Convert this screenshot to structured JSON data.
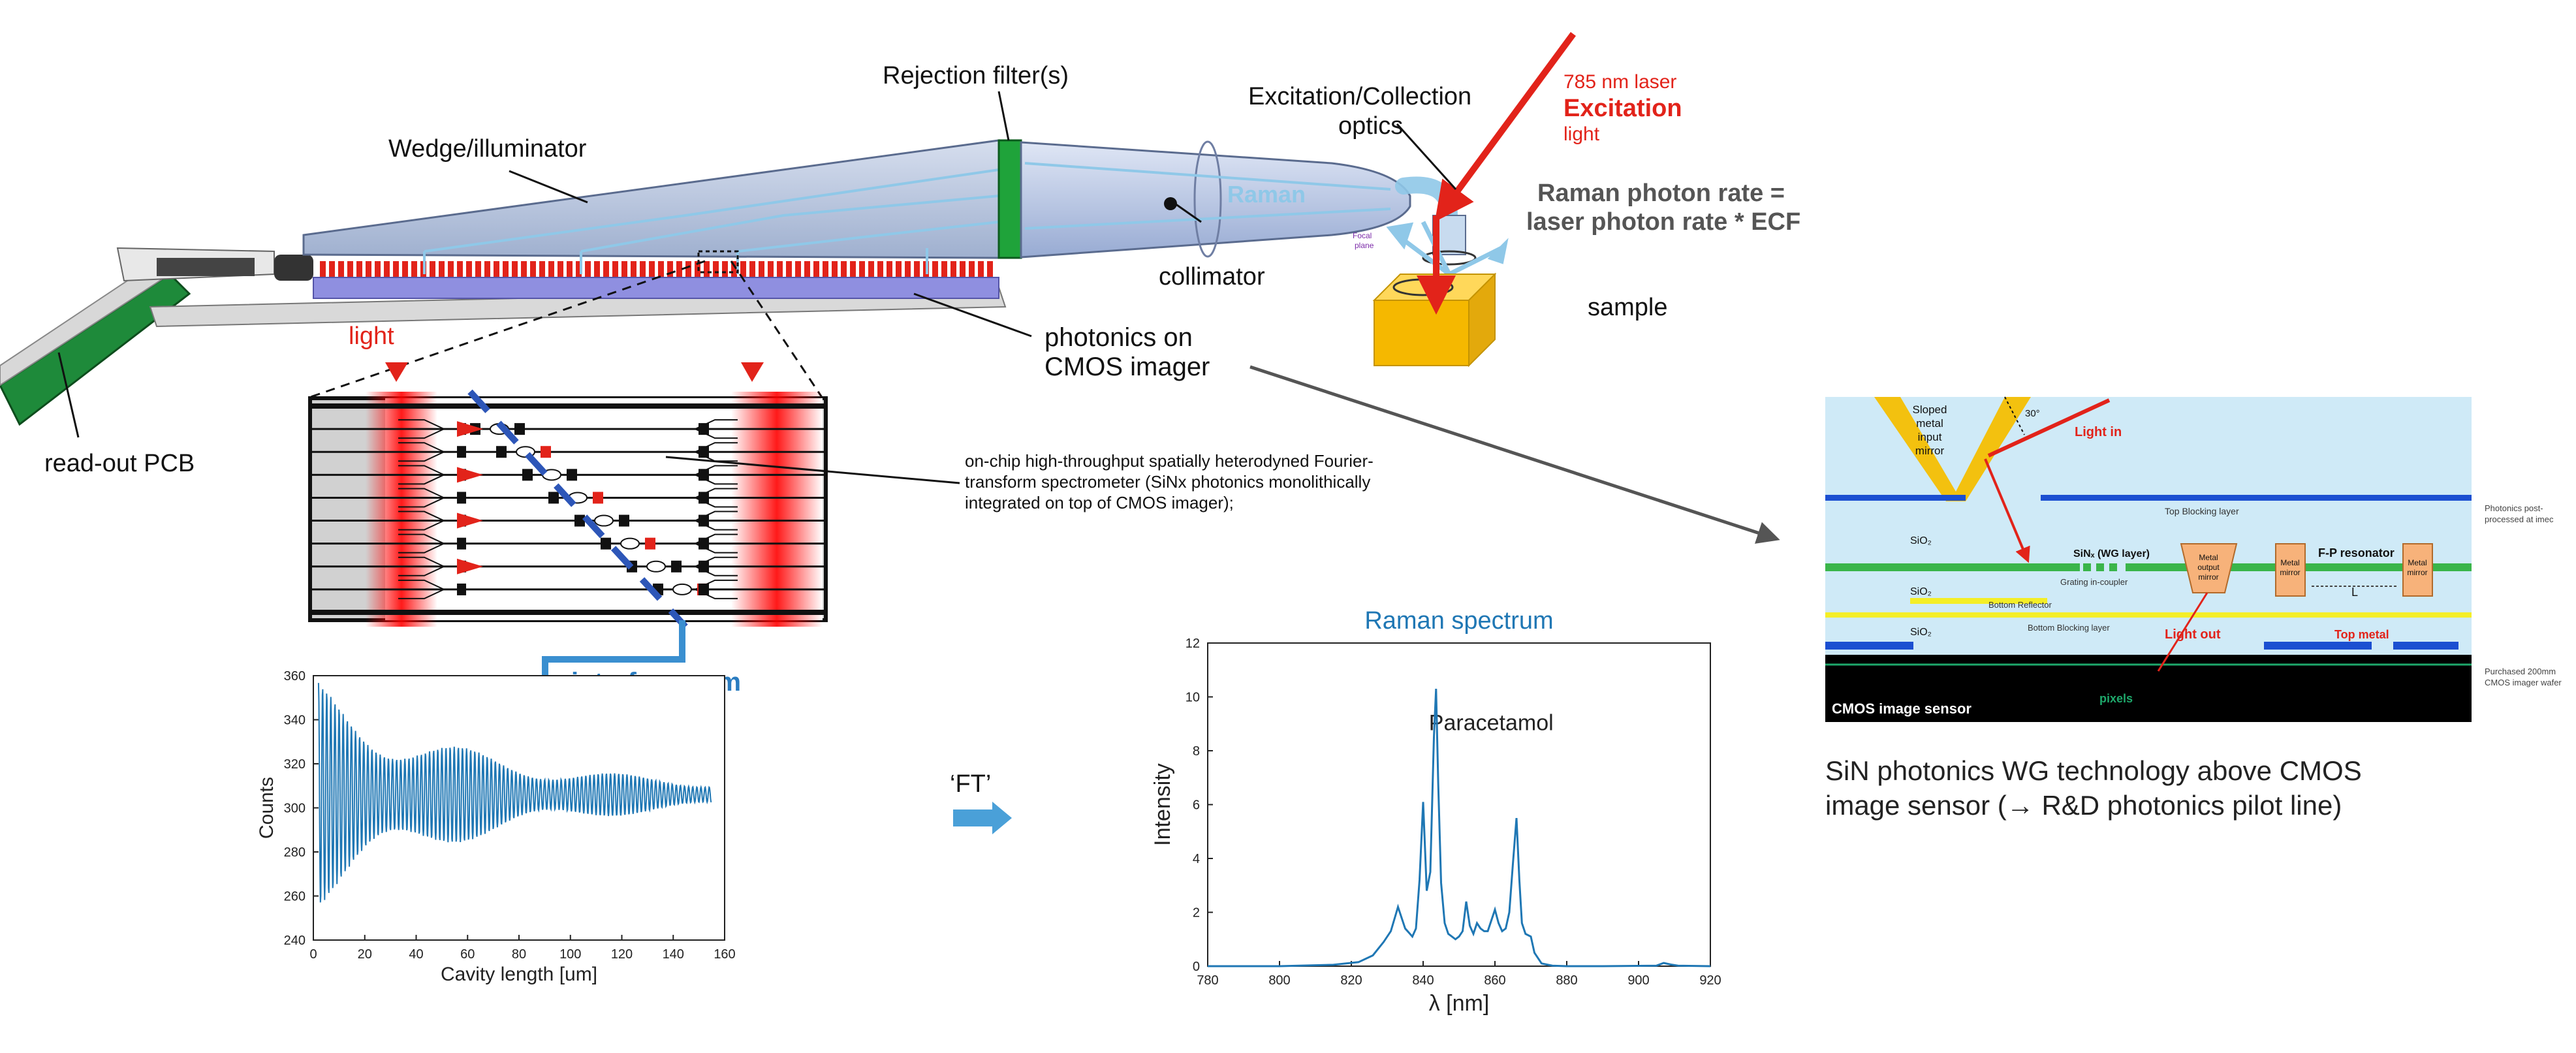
{
  "labels": {
    "rejection_filter": "Rejection filter(s)",
    "wedge": "Wedge/illuminator",
    "excitation_optics_1": "Excitation/Collection",
    "excitation_optics_2": "optics",
    "laser_1": "785 nm laser",
    "laser_2": "Excitation",
    "laser_3": "light",
    "raman_in_collimator": "Raman",
    "collimator": "collimator",
    "rate_1": "Raman photon rate =",
    "rate_2": "laser photon rate * ECF",
    "focal_label_1": "Focal",
    "focal_label_2": "plane",
    "sample": "sample",
    "photonics_1": "photonics on",
    "photonics_2": "CMOS imager",
    "light": "light",
    "readout": "read-out PCB",
    "onchip_1": "on-chip high-throughput spatially heterodyned Fourier-",
    "onchip_2": "transform spectrometer (SiNx photonics monolithically",
    "onchip_3": "integrated on top of CMOS imager);",
    "interferogram": "interferogram",
    "ft": "‘FT’",
    "sin_caption_1": "SiN photonics WG technology above CMOS",
    "sin_caption_2": "image sensor (→ R&D photonics pilot line)"
  },
  "cross_section": {
    "sloped_mirror_1": "Sloped",
    "sloped_mirror_2": "metal",
    "sloped_mirror_3": "input",
    "sloped_mirror_4": "mirror",
    "angle": "30°",
    "light_in": "Light in",
    "top_blocking": "Top Blocking layer",
    "post_processed_1": "Photonics post-",
    "post_processed_2": "processed at imec",
    "sio2_a": "SiO₂",
    "sin_wg": "SiNₓ (WG layer)",
    "metal_output_1": "Metal",
    "metal_output_2": "output",
    "metal_output_3": "mirror",
    "metal_mirror_1": "Metal",
    "metal_mirror_2": "mirror",
    "fp": "F-P resonator",
    "length": "L",
    "grating": "Grating in-coupler",
    "sio2_b": "SiO₂",
    "bottom_reflector": "Bottom Reflector",
    "sio2_c": "SiO₂",
    "bottom_blocking": "Bottom Blocking layer",
    "light_out": "Light out",
    "top_metal": "Top metal",
    "purchased_1": "Purchased 200mm",
    "purchased_2": "CMOS imager wafer",
    "cmos": "CMOS image sensor",
    "pixels": "pixels"
  },
  "colors": {
    "red": "#e2231a",
    "blue": "#1f77b4",
    "wedge": "#b7c4dd",
    "filter": "#1fa33a",
    "cmos_blue": "#8f8fe0",
    "yellow": "#f3c10f",
    "cross_bg": "#cfeaf7",
    "wg_green": "#3ab54a",
    "top_blue": "#1b4fd1",
    "reflector_yellow": "#f4ee27",
    "pad_orange": "#f7b27a"
  },
  "chart_data": [
    {
      "type": "line",
      "title": "",
      "xlabel": "Cavity length [um]",
      "ylabel": "Counts",
      "xlim": [
        0,
        160
      ],
      "ylim": [
        240,
        360
      ],
      "xticks": [
        0,
        20,
        40,
        60,
        80,
        100,
        120,
        140,
        160
      ],
      "yticks": [
        240,
        260,
        280,
        300,
        320,
        340,
        360
      ],
      "series": [
        {
          "signal": "damped-oscillation",
          "x_start": 2,
          "x_end": 155,
          "baseline": 306,
          "amplitude_start": 48,
          "amplitude_end": 3,
          "values_sample": [
            [
              2,
              352
            ],
            [
              3,
              256
            ],
            [
              10,
              337
            ],
            [
              20,
              326
            ],
            [
              40,
              322
            ],
            [
              60,
              315
            ],
            [
              80,
              313
            ],
            [
              100,
              313
            ],
            [
              120,
              312
            ],
            [
              140,
              310
            ],
            [
              155,
              308
            ]
          ]
        }
      ]
    },
    {
      "type": "line",
      "title": "Raman spectrum",
      "xlabel": "λ [nm]",
      "ylabel": "Intensity",
      "xlim": [
        780,
        920
      ],
      "ylim": [
        0,
        12
      ],
      "xticks": [
        780,
        800,
        820,
        840,
        860,
        880,
        900,
        920
      ],
      "yticks": [
        0,
        2,
        4,
        6,
        8,
        10,
        12
      ],
      "annotation": "Paracetamol",
      "series": [
        {
          "x": [
            780,
            800,
            815,
            822,
            826,
            829,
            831,
            833,
            835,
            837,
            838,
            839,
            840,
            841,
            842,
            843,
            843.6,
            844.2,
            845,
            846,
            847,
            848,
            849,
            850,
            851,
            852,
            853,
            854,
            855,
            856,
            857,
            858,
            859,
            860,
            861,
            862,
            863,
            864,
            865,
            866,
            866.8,
            867.5,
            868.5,
            870,
            871,
            873,
            876,
            880,
            890,
            905,
            907,
            909,
            911,
            920
          ],
          "y": [
            0,
            0,
            0.05,
            0.15,
            0.4,
            0.9,
            1.3,
            2.2,
            1.4,
            1.1,
            1.4,
            3.2,
            6.1,
            2.8,
            3.5,
            8.5,
            10.3,
            6.8,
            3.1,
            1.6,
            1.2,
            1.1,
            1.0,
            1.1,
            1.3,
            2.4,
            1.5,
            1.2,
            1.6,
            1.4,
            1.3,
            1.3,
            1.7,
            2.1,
            1.6,
            1.3,
            1.4,
            2.0,
            3.8,
            5.5,
            3.2,
            1.6,
            1.2,
            1.1,
            0.5,
            0.1,
            0.02,
            0,
            0,
            0.02,
            0.12,
            0.06,
            0.02,
            0
          ]
        }
      ]
    }
  ]
}
